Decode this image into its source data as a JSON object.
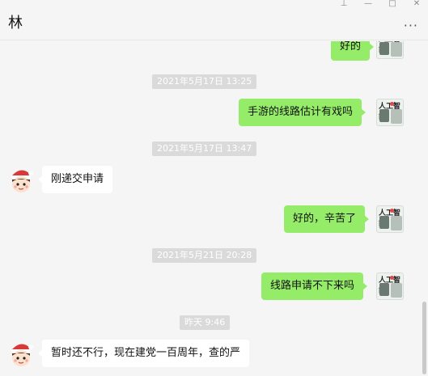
{
  "window": {
    "title": "林",
    "pin_icon": "pin-icon",
    "minimize_icon": "minimize-icon",
    "maximize_icon": "maximize-icon",
    "close_icon": "close-icon",
    "more_label": "···"
  },
  "messages": {
    "m0": {
      "text": "好的"
    },
    "t1": {
      "text": "2021年5月17日 13:25"
    },
    "m1": {
      "text": "手游的线路估计有戏吗"
    },
    "t2": {
      "text": "2021年5月17日 13:47"
    },
    "m2": {
      "text": "刚递交申请"
    },
    "m3": {
      "text": "好的，辛苦了"
    },
    "t3": {
      "text": "2021年5月21日 20:28"
    },
    "m4": {
      "text": "线路申请不下来吗"
    },
    "t4": {
      "text": "昨天 9:46"
    },
    "m5": {
      "text": "暂时还不行，现在建党一百周年，查的严"
    }
  },
  "avatars": {
    "mine_label": "人工智能",
    "colors": {
      "bubble_mine": "#95ec69",
      "bubble_theirs": "#ffffff",
      "timestamp_bg": "#dadada"
    }
  }
}
